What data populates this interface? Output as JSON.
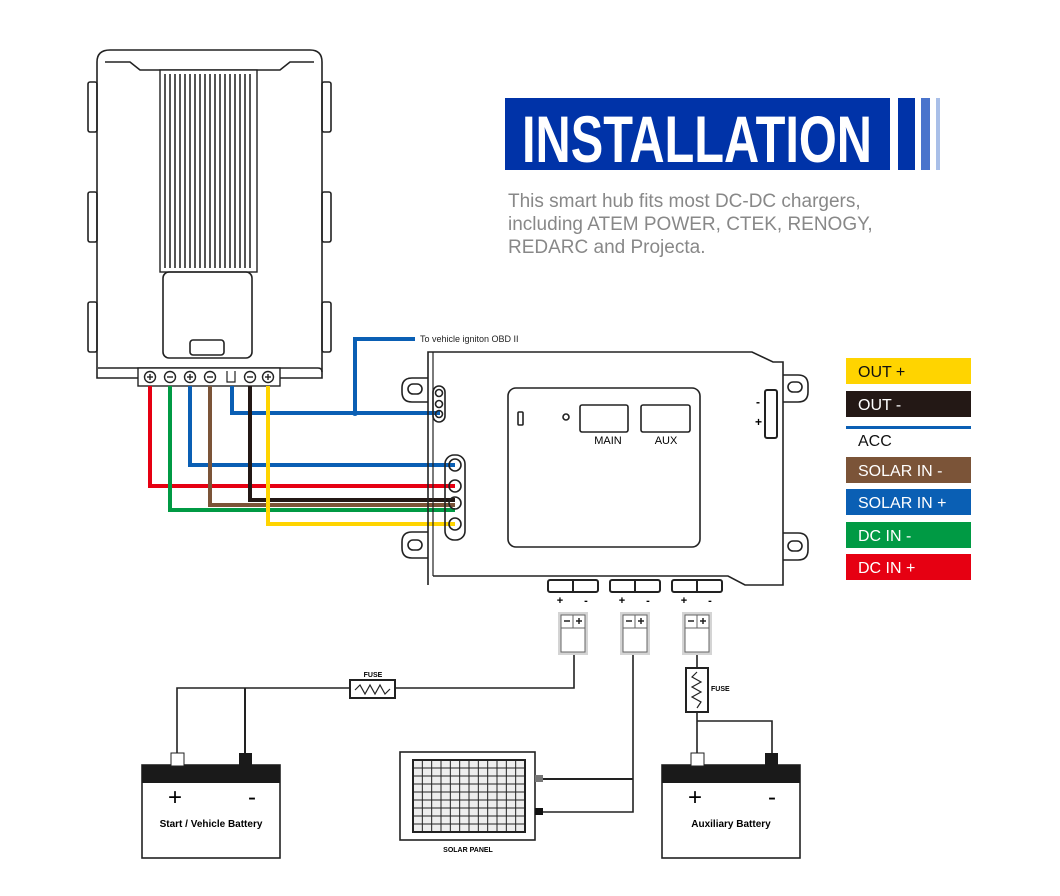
{
  "header": {
    "title": "INSTALLATION",
    "description_lines": [
      "This smart hub fits most DC-DC chargers,",
      "including ATEM POWER, CTEK, RENOGY,",
      "REDARC and Projecta."
    ]
  },
  "diagram": {
    "ignition_label": "To vehicle igniton OBD II",
    "display_labels": {
      "main": "MAIN",
      "aux": "AUX"
    },
    "side_port_labels": {
      "minus": "-",
      "plus": "+"
    },
    "output_port_labels": {
      "plus": "+",
      "minus": "-"
    },
    "fuse_label": "FUSE",
    "start_battery": {
      "label": "Start / Vehicle Battery",
      "plus": "+",
      "minus": "-"
    },
    "aux_battery": {
      "label": "Auxiliary Battery",
      "plus": "+",
      "minus": "-"
    },
    "solar_panel_label": "SOLAR PANEL"
  },
  "legend": [
    {
      "label": "OUT +",
      "bg": "#ffd400",
      "fg": "#111111"
    },
    {
      "label": "OUT -",
      "bg": "#231815",
      "fg": "#ffffff"
    },
    {
      "label": "ACC",
      "bg": "#ffffff",
      "fg": "#111111",
      "underline": "#0a5fb4"
    },
    {
      "label": "SOLAR IN -",
      "bg": "#7b5438",
      "fg": "#ffffff"
    },
    {
      "label": "SOLAR IN +",
      "bg": "#0a5fb4",
      "fg": "#ffffff"
    },
    {
      "label": "DC IN -",
      "bg": "#009a44",
      "fg": "#ffffff"
    },
    {
      "label": "DC IN +",
      "bg": "#e60012",
      "fg": "#ffffff"
    }
  ],
  "colors": {
    "title_bg": "#0033a8",
    "red": "#e60012",
    "green": "#009a44",
    "blue": "#0a5fb4",
    "brown": "#7b5438",
    "black": "#231815",
    "yellow": "#ffd400"
  }
}
